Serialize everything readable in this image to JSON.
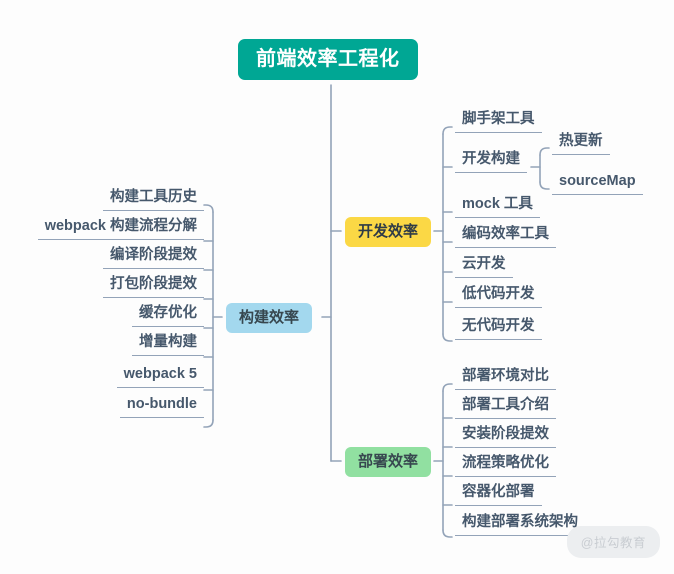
{
  "meta": {
    "watermark": "@拉勾教育",
    "colors": {
      "root_fill": "#00a794",
      "dev_fill": "#fbd845",
      "build_fill": "#a3d8ee",
      "deploy_fill": "#91e0a1",
      "connector": "#93a3b8",
      "leaf_text": "#46586c",
      "background": "#fdfdfd"
    }
  },
  "mindmap": {
    "root": {
      "label": "前端效率工程化"
    },
    "branches": [
      {
        "id": "dev",
        "label": "开发效率",
        "side": "right",
        "children": [
          {
            "label": "脚手架工具",
            "children": []
          },
          {
            "label": "开发构建",
            "children": [
              {
                "label": "热更新"
              },
              {
                "label": "sourceMap"
              }
            ]
          },
          {
            "label": "mock 工具",
            "children": []
          },
          {
            "label": "编码效率工具",
            "children": []
          },
          {
            "label": "云开发",
            "children": []
          },
          {
            "label": "低代码开发",
            "children": []
          },
          {
            "label": "无代码开发",
            "children": []
          }
        ]
      },
      {
        "id": "build",
        "label": "构建效率",
        "side": "left",
        "children": [
          {
            "label": "构建工具历史"
          },
          {
            "label": "webpack 构建流程分解"
          },
          {
            "label": "编译阶段提效"
          },
          {
            "label": "打包阶段提效"
          },
          {
            "label": "缓存优化"
          },
          {
            "label": "增量构建"
          },
          {
            "label": "webpack 5"
          },
          {
            "label": "no-bundle"
          }
        ]
      },
      {
        "id": "deploy",
        "label": "部署效率",
        "side": "right",
        "children": [
          {
            "label": "部署环境对比"
          },
          {
            "label": "部署工具介绍"
          },
          {
            "label": "安装阶段提效"
          },
          {
            "label": "流程策略优化"
          },
          {
            "label": "容器化部署"
          },
          {
            "label": "构建部署系统架构"
          }
        ]
      }
    ]
  }
}
